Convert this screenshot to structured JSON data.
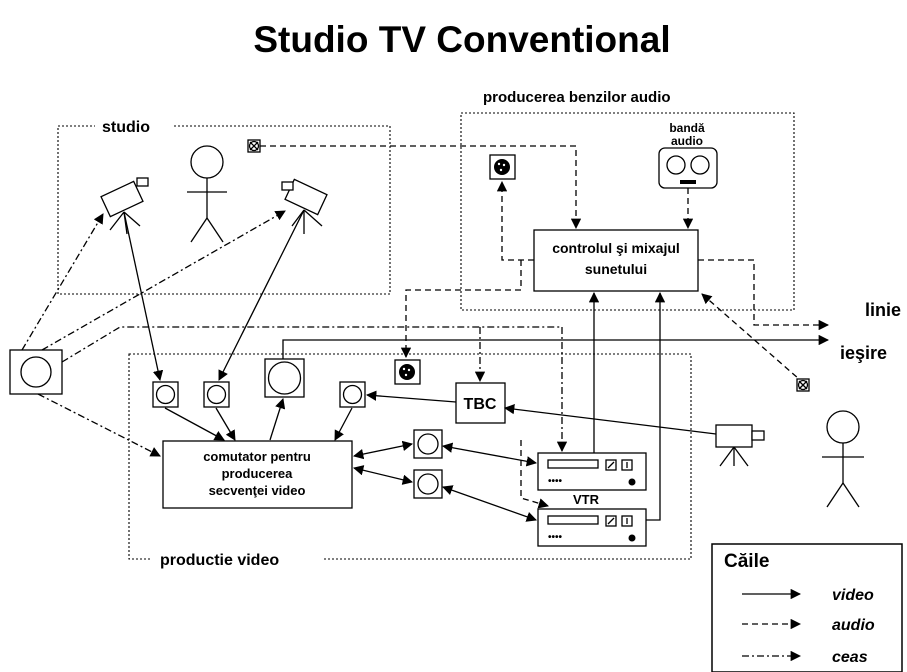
{
  "title": "Studio TV Conventional",
  "regions": {
    "studio": "studio",
    "audio_production": "producerea benzilor audio",
    "video_production": "productie video"
  },
  "labels": {
    "audio_tape": [
      "bandă",
      "audio"
    ],
    "sound_control": [
      "controlul şi mixajul",
      "sunetului"
    ],
    "video_switcher": [
      "comutator pentru",
      "producerea",
      "secvenţei video"
    ],
    "tbc": "TBC",
    "vtr": "VTR",
    "line_out": "linie",
    "output": "ieşire"
  },
  "legend": {
    "title": "Căile",
    "items": [
      {
        "style": "solid",
        "label": "video"
      },
      {
        "style": "dashed",
        "label": "audio"
      },
      {
        "style": "dashdot",
        "label": "ceas"
      }
    ]
  }
}
